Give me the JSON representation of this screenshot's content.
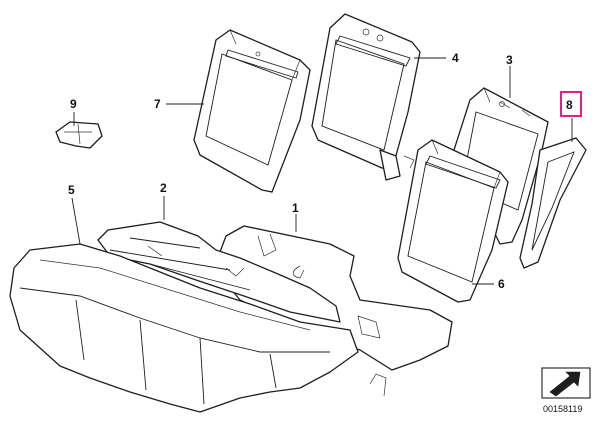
{
  "callouts": [
    {
      "id": "1",
      "highlighted": false
    },
    {
      "id": "2",
      "highlighted": false
    },
    {
      "id": "3",
      "highlighted": false
    },
    {
      "id": "4",
      "highlighted": false
    },
    {
      "id": "5",
      "highlighted": false
    },
    {
      "id": "6",
      "highlighted": false
    },
    {
      "id": "7",
      "highlighted": false
    },
    {
      "id": "8",
      "highlighted": true
    },
    {
      "id": "9",
      "highlighted": false
    }
  ],
  "diagram_code": "00158119",
  "colors": {
    "highlight": "#e0218a",
    "line": "#1e1e1e"
  },
  "icons": {
    "direction": "arrow-icon"
  }
}
